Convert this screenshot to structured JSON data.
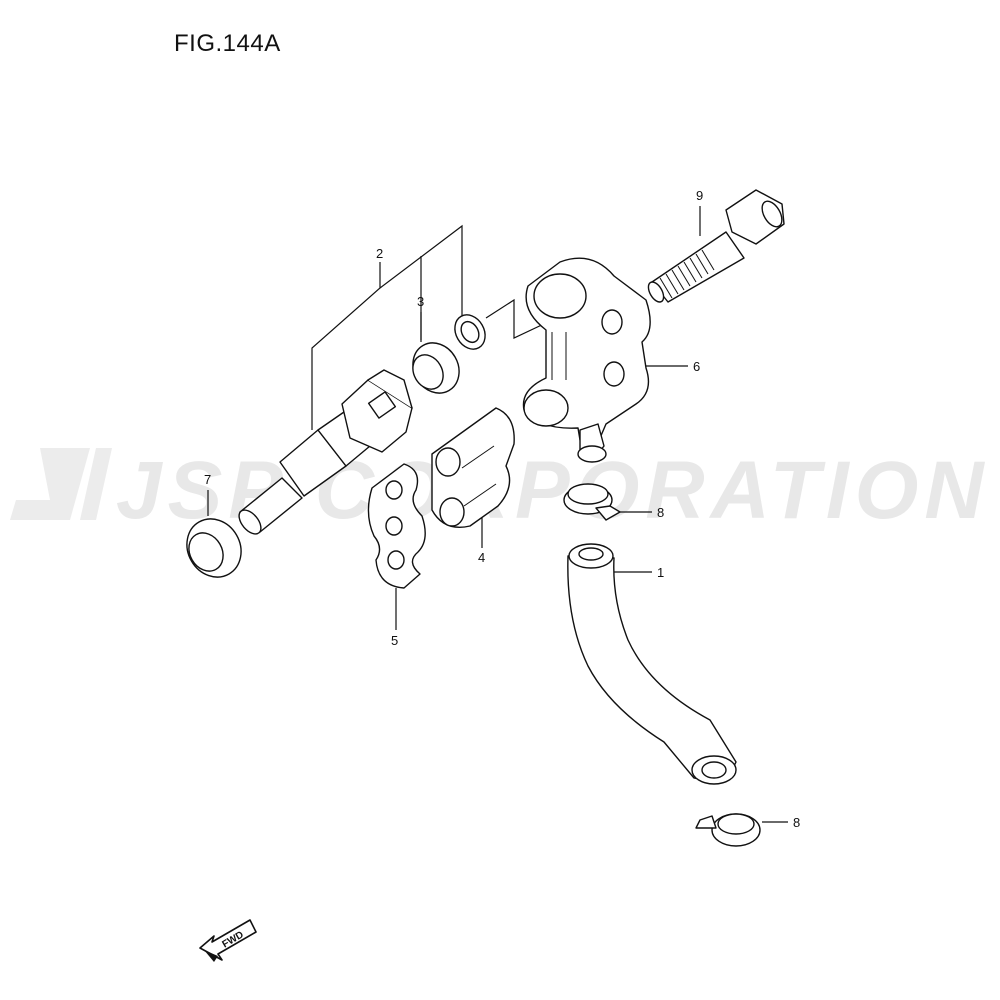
{
  "figure": {
    "title": "FIG.144A"
  },
  "watermark": {
    "text": "JSP CORPORATION"
  },
  "callouts": [
    "1",
    "2",
    "3",
    "4",
    "5",
    "6",
    "7",
    "8",
    "8",
    "9"
  ],
  "fwd_label": "FWD",
  "colors": {
    "line": "#111111",
    "watermark": "#e8e8e8"
  }
}
